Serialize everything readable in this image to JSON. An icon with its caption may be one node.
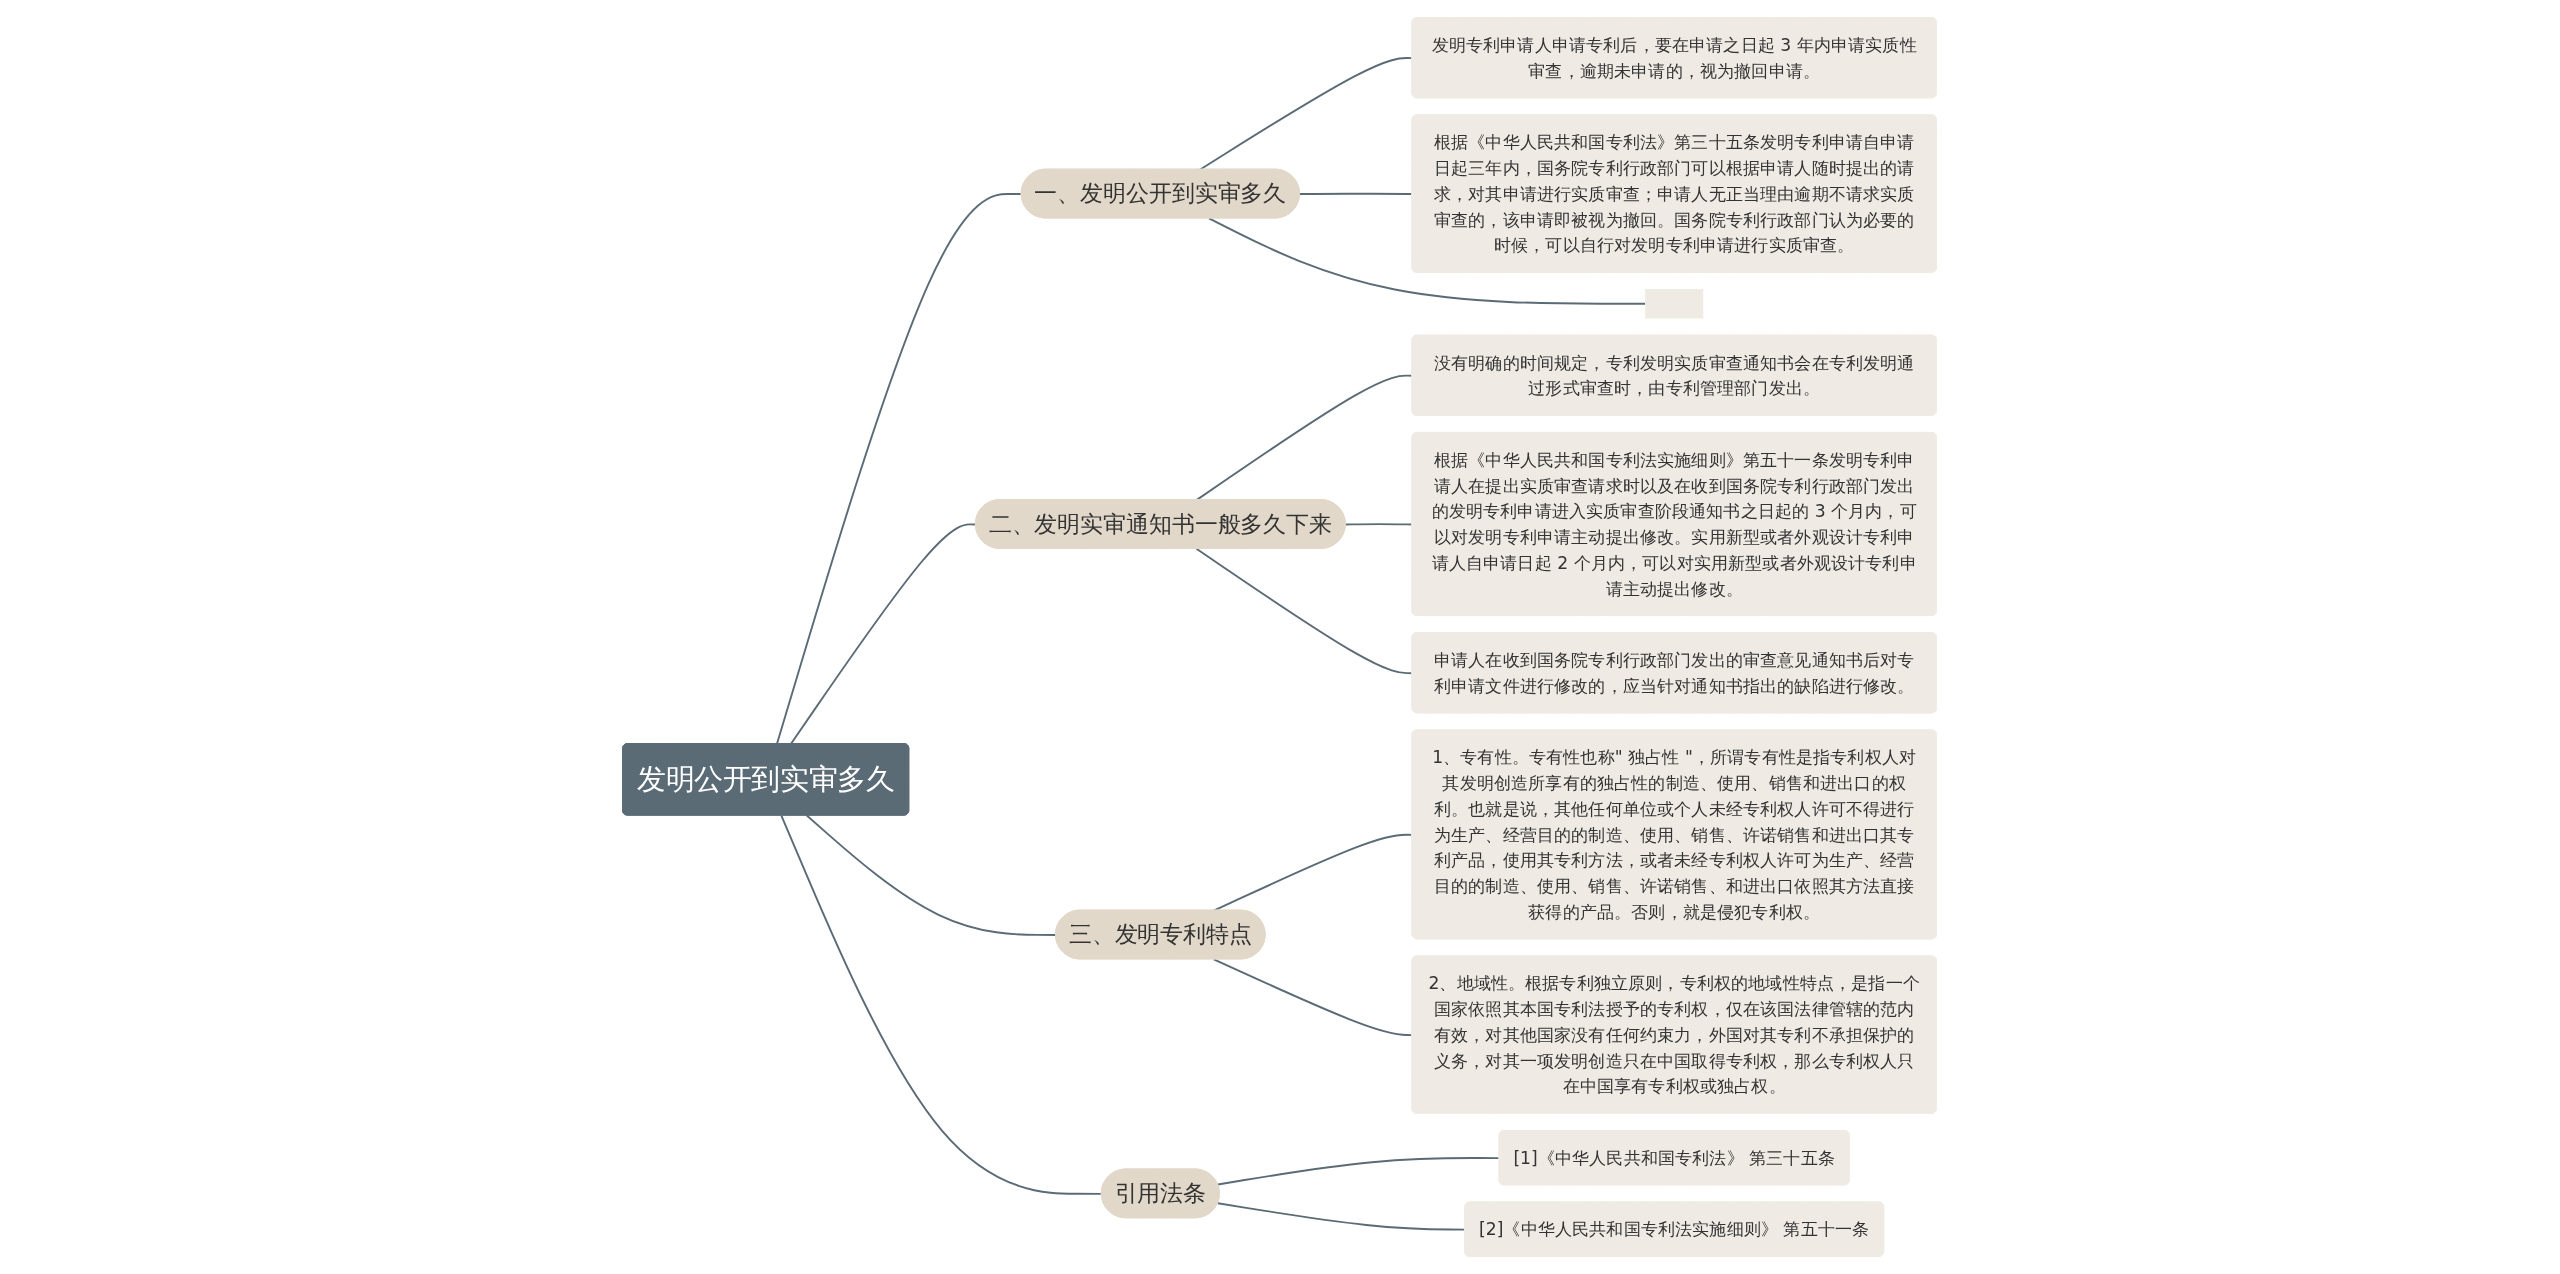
{
  "diagram": {
    "nodes": [
      {
        "text": [
          "发明公开到实审多久"
        ]
      },
      {
        "text": [
          "一、发明公开到实审多久"
        ]
      },
      {
        "text": [
          "发明专利申请人申请专利后，要在申请之日起 3 年内申请实质性审查，逾期未申请的，视为撤回申请。"
        ]
      },
      {
        "text": [
          "根据《中华人民共和国专利法》第三十五条发明专利申请自申请日起三年内，国务院专利行政部门可以根据申请人随时提出的请求，对其申请进行实质审查；申请人无正当理由逾期不请求实质审查的，该申请即被视为撤回。国务院专利行政部门认为必要的时候，可以自行对发明专利申请进行实质审查。"
        ]
      },
      {
        "text": [],
        "shape": "box"
      },
      {
        "text": [
          "二、发明实审通知书一般多久下来"
        ]
      },
      {
        "text": [
          "没有明确的时间规定，专利发明实质审查通知书会在专利发明通过形式审查时，由专利管理部门发出。"
        ]
      },
      {
        "text": [
          "根据《中华人民共和国专利法实施细则》第五十一条发明专利申请人在提出实质审查请求时以及在收到国务院专利行政部门发出的发明专利申请进入实质审查阶段通知书之日起的 3 个月内，可以对发明专利申请主动提出修改。实用新型或者外观设计专利申请人自申请日起 2 个月内，可以对实用新型或者外观设计专利申请主动提出修改。"
        ]
      },
      {
        "text": [
          "申请人在收到国务院专利行政部门发出的审查意见通知书后对专利申请文件进行修改的，应当针对通知书指出的缺陷进行修改。"
        ]
      },
      {
        "text": [
          "三、发明专利特点"
        ]
      },
      {
        "text": [
          "1、专有性。专有性也称\" 独占性 \"，所谓专有性是指专利权人对其发明创造所享有的独占性的制造、使用、销售和进出口的权利。也就是说，其他任何单位或个人未经专利权人许可不得进行为生产、经营目的的制造、使用、销售、许诺销售和进出口其专利产品，使用其专利方法，或者未经专利权人许可为生产、经营目的的制造、使用、销售、许诺销售、和进出口依照其方法直接获得的产品。否则，就是侵犯专利权。"
        ]
      },
      {
        "text": [
          "2、地域性。根据专利独立原则，专利权的地域性特点，是指一个国家依照其本国专利法授予的专利权，仅在该国法律管辖的范内有效，对其他国家没有任何约束力，外国对其专利不承担保护的义务，对其一项发明创造只在中国取得专利权，那么专利权人只在中国享有专利权或独占权。"
        ]
      },
      {
        "text": [
          "引用法条"
        ]
      },
      {
        "text": [
          "[1]《中华人民共和国专利法》 第三十五条"
        ]
      },
      {
        "text": [
          "[2]《中华人民共和国专利法实施细则》 第五十一条"
        ]
      }
    ],
    "edges": [
      {
        "from": 0,
        "to": 1,
        "arrow": "none"
      },
      {
        "from": 1,
        "to": 2,
        "arrow": "none"
      },
      {
        "from": 1,
        "to": 3,
        "arrow": "none"
      },
      {
        "from": 1,
        "to": 4,
        "arrow": "none"
      },
      {
        "from": 0,
        "to": 5,
        "arrow": "none"
      },
      {
        "from": 5,
        "to": 6,
        "arrow": "none"
      },
      {
        "from": 5,
        "to": 7,
        "arrow": "none"
      },
      {
        "from": 5,
        "to": 8,
        "arrow": "none"
      },
      {
        "from": 0,
        "to": 9,
        "arrow": "none"
      },
      {
        "from": 9,
        "to": 10,
        "arrow": "none"
      },
      {
        "from": 9,
        "to": 11,
        "arrow": "none"
      },
      {
        "from": 0,
        "to": 12,
        "arrow": "none"
      },
      {
        "from": 12,
        "to": 13,
        "arrow": "none"
      },
      {
        "from": 12,
        "to": 14,
        "arrow": "none"
      }
    ]
  }
}
